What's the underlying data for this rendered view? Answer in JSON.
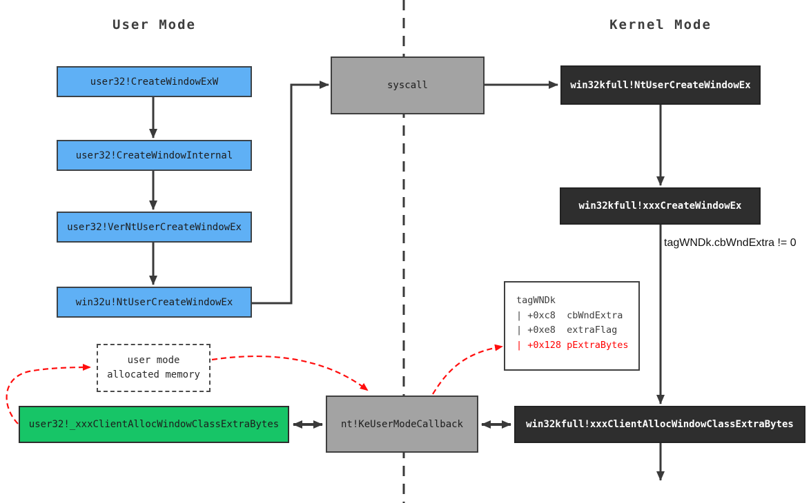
{
  "diagram": {
    "user_mode_title": "User Mode",
    "kernel_mode_title": "Kernel Mode",
    "condition_label": "tagWNDk.cbWndExtra != 0",
    "user_chain": [
      {
        "label": "user32!CreateWindowExW"
      },
      {
        "label": "user32!CreateWindowInternal"
      },
      {
        "label": "user32!VerNtUserCreateWindowEx"
      },
      {
        "label": "win32u!NtUserCreateWindowEx"
      }
    ],
    "syscall": {
      "label": "syscall"
    },
    "kernel_chain": [
      {
        "label": "win32kfull!NtUserCreateWindowEx"
      },
      {
        "label": "win32kfull!xxxCreateWindowEx"
      },
      {
        "label": "win32kfull!xxxClientAllocWindowClassExtraBytes"
      }
    ],
    "callback": {
      "label": "nt!KeUserModeCallback"
    },
    "user_alloc": {
      "label": "user32!_xxxClientAllocWindowClassExtraBytes"
    },
    "memory_box": {
      "line1": "user mode",
      "line2": "allocated memory"
    },
    "struct_box": {
      "title": "tagWNDk",
      "fields": [
        {
          "text": "| +0xc8  cbWndExtra",
          "highlight": false
        },
        {
          "text": "| +0xe8  extraFlag",
          "highlight": false
        },
        {
          "text": "| +0x128 pExtraBytes",
          "highlight": true
        }
      ]
    },
    "colors": {
      "user_box_fill": "#5fb0f5",
      "kernel_box_fill": "#2e2e2e",
      "syscall_fill": "#a3a3a3",
      "alloc_fill": "#17c567",
      "arrow": "#3a3a3a",
      "highlight_arrow": "#ff0000"
    }
  }
}
